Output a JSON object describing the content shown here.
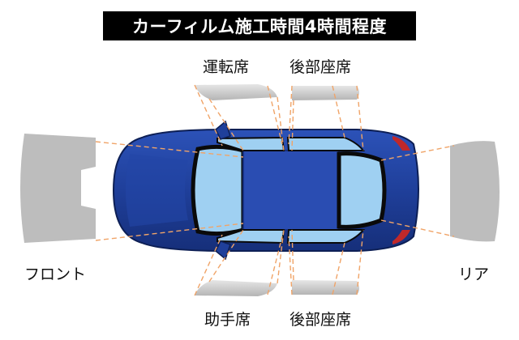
{
  "title": "カーフィルム施工時間4時間程度",
  "labels": {
    "driver_seat": "運転席",
    "rear_seat_top": "後部座席",
    "passenger_seat": "助手席",
    "rear_seat_bottom": "後部座席",
    "front": "フロント",
    "rear": "リア"
  },
  "colors": {
    "car_body": "#1f3f9a",
    "glass": "#9fd0f2",
    "film_panel": "#bdbdbd",
    "guide_line": "#f0a468",
    "title_bg": "#000000"
  }
}
